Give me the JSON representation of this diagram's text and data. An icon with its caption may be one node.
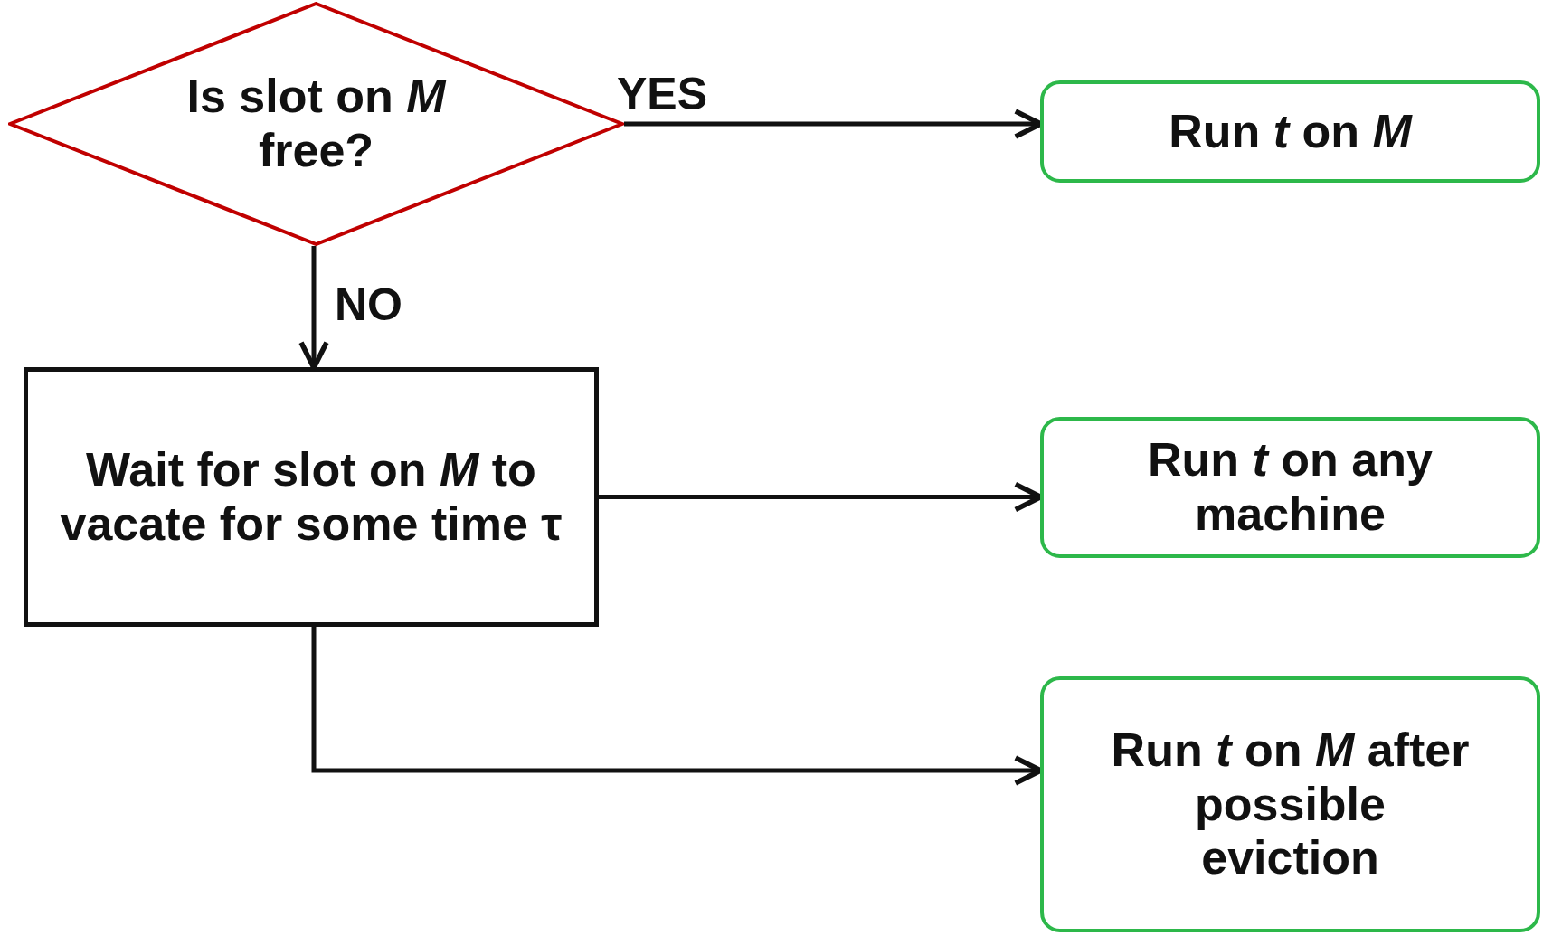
{
  "diagram": {
    "nodes": [
      {
        "text": [
          "Is slot on *M* free?"
        ]
      },
      {
        "text": [
          "Run *t* on *M*"
        ]
      },
      {
        "text": [
          "Wait for slot on *M* to vacate for some time τ"
        ]
      },
      {
        "text": [
          "Run *t* on any machine"
        ]
      },
      {
        "text": [
          "Run *t* on *M* after possible eviction"
        ]
      }
    ],
    "edges": [
      {
        "from": 0,
        "to": 1,
        "arrow": "to",
        "label": "YES"
      },
      {
        "from": 0,
        "to": 2,
        "arrow": "to",
        "label": "NO"
      },
      {
        "from": 2,
        "to": 3,
        "arrow": "to"
      },
      {
        "from": 2,
        "to": 4,
        "arrow": "to"
      }
    ]
  }
}
